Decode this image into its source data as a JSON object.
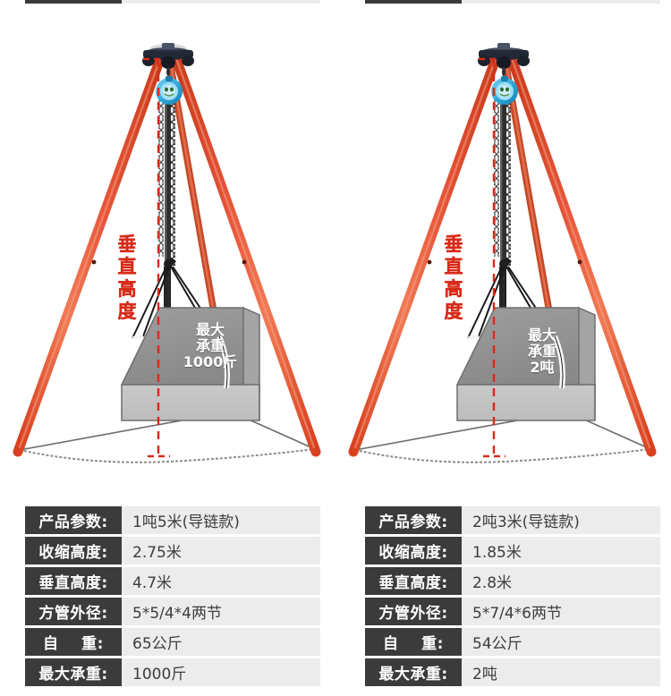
{
  "page": {
    "background": "#ffffff",
    "accent_red": "#d82a18",
    "leg_orange": "#e8563a",
    "key_bg": "#3b3b3b",
    "value_bg": "#ececec"
  },
  "illustrations": [
    {
      "id": "tripod-1-ton",
      "vertical_height_label": [
        "垂",
        "直",
        "高",
        "度"
      ],
      "load_block_label": [
        "最大",
        "承重",
        "1000斤"
      ],
      "hoist_color": "#45b4e0",
      "head_color": "#2d3444"
    },
    {
      "id": "tripod-2-ton",
      "vertical_height_label": [
        "垂",
        "直",
        "高",
        "度"
      ],
      "load_block_label": [
        "最大",
        "承重",
        "2吨"
      ],
      "hoist_color": "#45b4e0",
      "head_color": "#2d3444"
    }
  ],
  "tables": [
    {
      "id": "spec-table-1-ton",
      "rows": [
        {
          "key": "产品参数:",
          "value": "1吨5米(导链款)"
        },
        {
          "key": "收缩高度:",
          "value": "2.75米"
        },
        {
          "key": "垂直高度:",
          "value": "4.7米"
        },
        {
          "key": "方管外径:",
          "value": "5*5/4*4两节"
        },
        {
          "key": "自    重:",
          "value": "65公斤"
        },
        {
          "key": "最大承重:",
          "value": "1000斤"
        }
      ]
    },
    {
      "id": "spec-table-2-ton",
      "rows": [
        {
          "key": "产品参数:",
          "value": "2吨3米(导链款)"
        },
        {
          "key": "收缩高度:",
          "value": "1.85米"
        },
        {
          "key": "垂直高度:",
          "value": "2.8米"
        },
        {
          "key": "方管外径:",
          "value": "5*7/4*6两节"
        },
        {
          "key": "自    重:",
          "value": "54公斤"
        },
        {
          "key": "最大承重:",
          "value": "2吨"
        }
      ]
    }
  ]
}
